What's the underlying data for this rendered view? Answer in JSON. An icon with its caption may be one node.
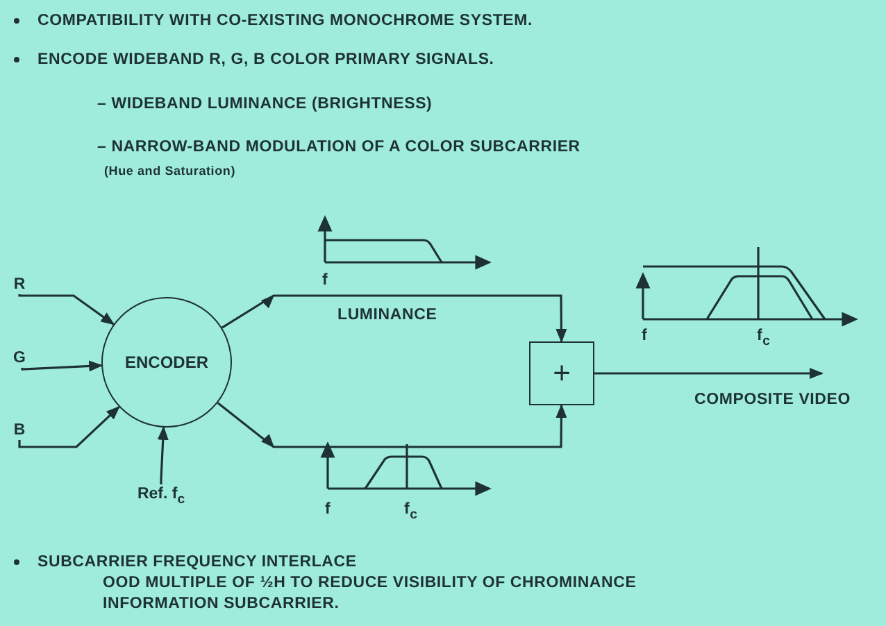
{
  "diagram": {
    "nodes": [
      {
        "text": [
          "R"
        ]
      },
      {
        "text": [
          "G"
        ]
      },
      {
        "text": [
          "B"
        ]
      },
      {
        "text": [
          "ENCODER"
        ]
      },
      {
        "text": [
          "Ref. f$_{c}$"
        ]
      },
      {
        "text": [
          "+"
        ]
      }
    ],
    "edges": [
      {
        "from": 0,
        "to": 3,
        "arrow": "to"
      },
      {
        "from": 1,
        "to": 3,
        "arrow": "to"
      },
      {
        "from": 2,
        "to": 3,
        "arrow": "to"
      },
      {
        "from": 4,
        "to": 3,
        "arrow": "to"
      },
      {
        "from": 3,
        "to": 5,
        "arrow": "to",
        "label": "LUMINANCE"
      },
      {
        "from": 3,
        "to": 5,
        "arrow": "to"
      },
      {
        "from": 5,
        "to": null,
        "arrow": "to",
        "label": "COMPOSITE VIDEO"
      }
    ],
    "labels": [
      "COMPATIBILITY WITH CO-EXISTING MONOCHROME SYSTEM.",
      "ENCODE WIDEBAND R, G, B COLOR PRIMARY SIGNALS.",
      "– WIDEBAND LUMINANCE (BRIGHTNESS)",
      "– NARROW-BAND MODULATION OF A COLOR SUBCARRIER",
      "(Hue and Saturation)",
      "f",
      "f",
      "f$_{c}$",
      "f",
      "f$_{c}$",
      "SUBCARRIER FREQUENCY INTERLACE",
      "OOD MULTIPLE OF ½H TO REDUCE VISIBILITY OF CHROMINANCE INFORMATION SUBCARRIER."
    ]
  }
}
